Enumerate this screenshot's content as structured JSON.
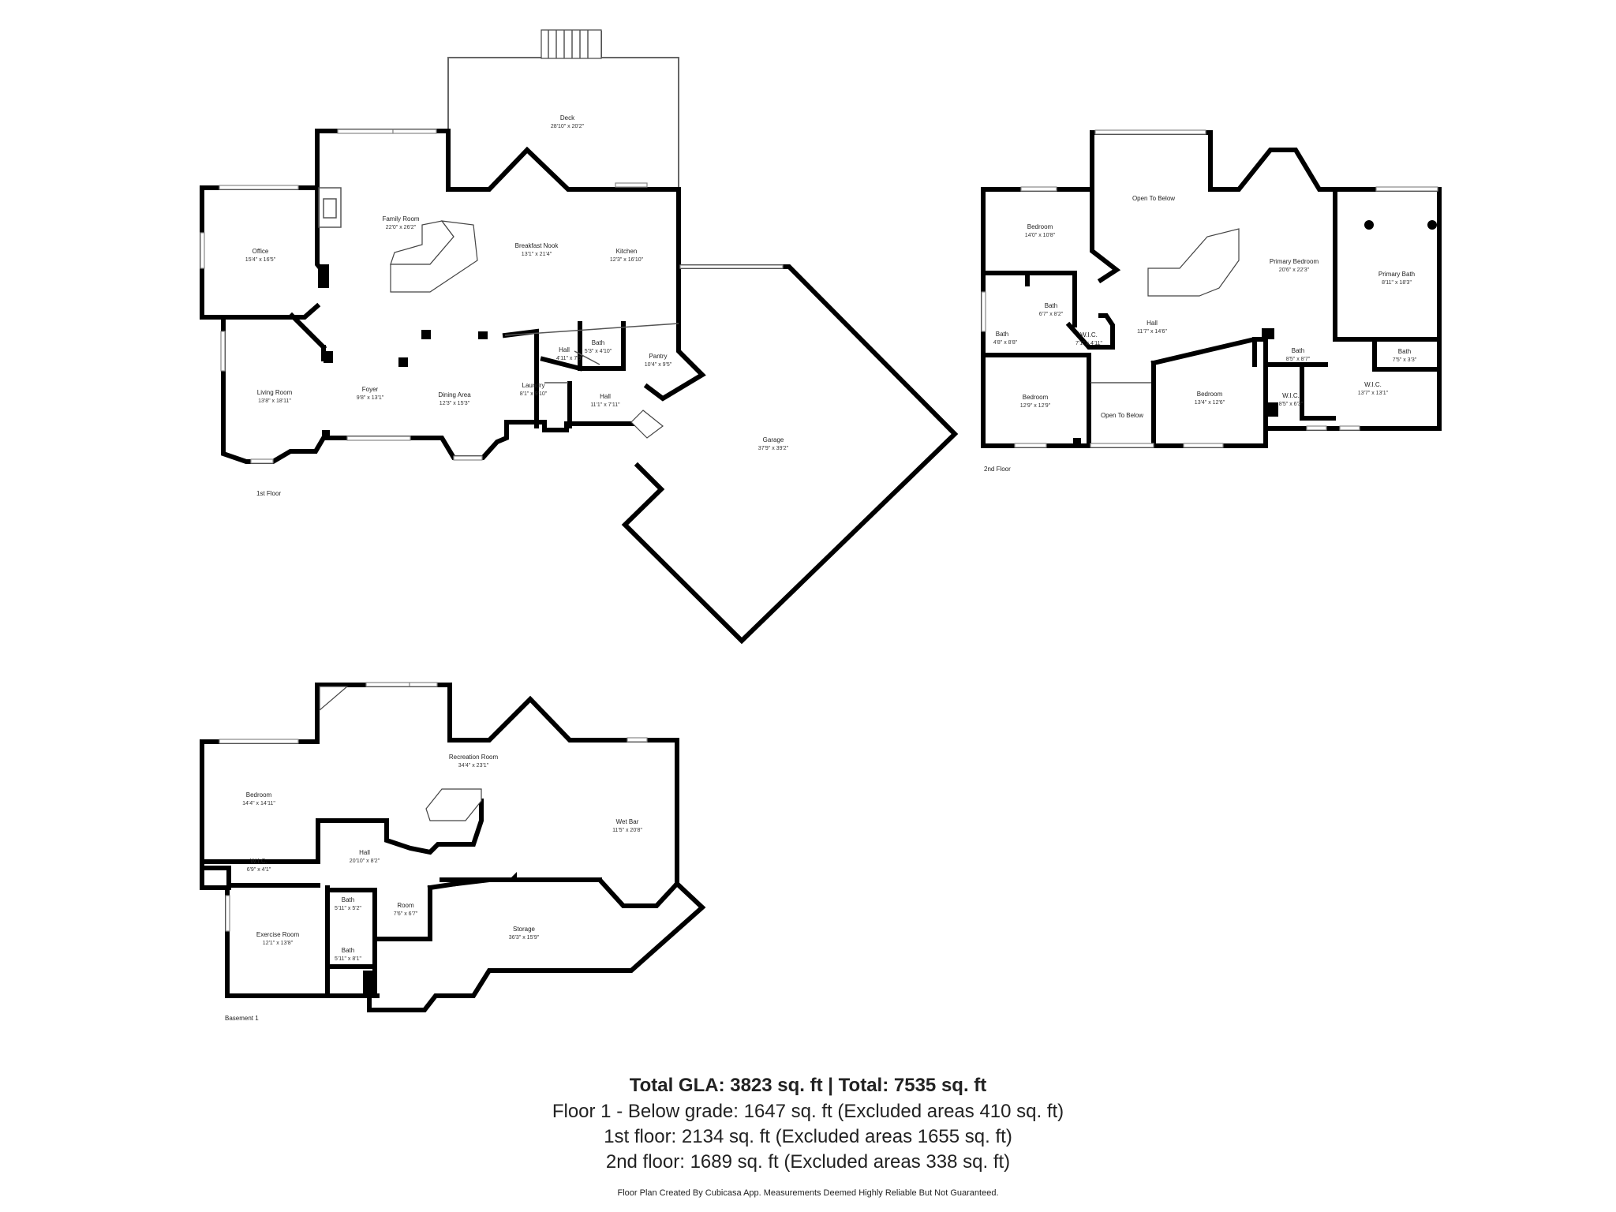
{
  "floors": {
    "first": {
      "label": "1st Floor",
      "rooms": {
        "deck": {
          "name": "Deck",
          "dim": "28'10\" x 20'2\""
        },
        "family": {
          "name": "Family Room",
          "dim": "22'0\" x 26'2\""
        },
        "office": {
          "name": "Office",
          "dim": "15'4\" x 16'5\""
        },
        "nook": {
          "name": "Breakfast Nook",
          "dim": "13'1\" x 21'4\""
        },
        "kitchen": {
          "name": "Kitchen",
          "dim": "12'3\" x 16'10\""
        },
        "hall1": {
          "name": "Hall",
          "dim": "4'11\" x 7'9\""
        },
        "bath": {
          "name": "Bath",
          "dim": "5'3\" x 4'10\""
        },
        "pantry": {
          "name": "Pantry",
          "dim": "10'4\" x 9'5\""
        },
        "living": {
          "name": "Living Room",
          "dim": "13'8\" x 18'11\""
        },
        "foyer": {
          "name": "Foyer",
          "dim": "9'8\" x 13'1\""
        },
        "dining": {
          "name": "Dining Area",
          "dim": "12'3\" x 15'3\""
        },
        "laundry": {
          "name": "Laundry",
          "dim": "8'1\" x 9'10\""
        },
        "hall2": {
          "name": "Hall",
          "dim": "11'1\" x 7'11\""
        },
        "garage": {
          "name": "Garage",
          "dim": "37'9\" x 39'2\""
        }
      }
    },
    "second": {
      "label": "2nd Floor",
      "rooms": {
        "bedroom1": {
          "name": "Bedroom",
          "dim": "14'0\" x 10'8\""
        },
        "open1": {
          "name": "Open To Below",
          "dim": ""
        },
        "primary_bed": {
          "name": "Primary Bedroom",
          "dim": "20'6\" x 22'3\""
        },
        "primary_bath": {
          "name": "Primary Bath",
          "dim": "8'11\" x 18'3\""
        },
        "bath_a": {
          "name": "Bath",
          "dim": "6'7\" x 8'2\""
        },
        "bath_b": {
          "name": "Bath",
          "dim": "4'8\" x 8'8\""
        },
        "wic1": {
          "name": "W.I.C.",
          "dim": "7'1\" x 4'11\""
        },
        "hall": {
          "name": "Hall",
          "dim": "11'7\" x 14'6\""
        },
        "bath_c": {
          "name": "Bath",
          "dim": "8'5\" x 8'7\""
        },
        "bath_d": {
          "name": "Bath",
          "dim": "7'5\" x 3'3\""
        },
        "bedroom2": {
          "name": "Bedroom",
          "dim": "12'9\" x 12'9\""
        },
        "open2": {
          "name": "Open To Below",
          "dim": ""
        },
        "bedroom3": {
          "name": "Bedroom",
          "dim": "13'4\" x 12'6\""
        },
        "wic2": {
          "name": "W.I.C.",
          "dim": "8'5\" x 6'3\""
        },
        "wic3": {
          "name": "W.I.C.",
          "dim": "13'7\" x 13'1\""
        }
      }
    },
    "basement": {
      "label": "Basement 1",
      "rooms": {
        "rec": {
          "name": "Recreation Room",
          "dim": "34'4\" x 23'1\""
        },
        "bedroom": {
          "name": "Bedroom",
          "dim": "14'4\" x 14'11\""
        },
        "wetbar": {
          "name": "Wet Bar",
          "dim": "11'5\" x 20'8\""
        },
        "wic": {
          "name": "W.I.C.",
          "dim": "6'9\" x 4'1\""
        },
        "hall": {
          "name": "Hall",
          "dim": "20'10\" x 8'2\""
        },
        "bath1": {
          "name": "Bath",
          "dim": "5'11\" x 5'2\""
        },
        "room": {
          "name": "Room",
          "dim": "7'6\" x 6'7\""
        },
        "exercise": {
          "name": "Exercise Room",
          "dim": "12'1\" x 13'8\""
        },
        "storage": {
          "name": "Storage",
          "dim": "36'3\" x 15'9\""
        },
        "bath2": {
          "name": "Bath",
          "dim": "5'11\" x 8'1\""
        }
      }
    }
  },
  "summary": {
    "total": "Total GLA: 3823 sq. ft | Total: 7535 sq. ft",
    "floor1": "Floor 1 - Below grade: 1647 sq. ft (Excluded areas 410 sq. ft)",
    "first": "1st floor: 2134 sq. ft (Excluded areas 1655 sq. ft)",
    "second": "2nd floor: 1689 sq. ft (Excluded areas 338 sq. ft)"
  },
  "disclaimer": "Floor Plan Created By Cubicasa App. Measurements Deemed Highly Reliable But Not Guaranteed."
}
